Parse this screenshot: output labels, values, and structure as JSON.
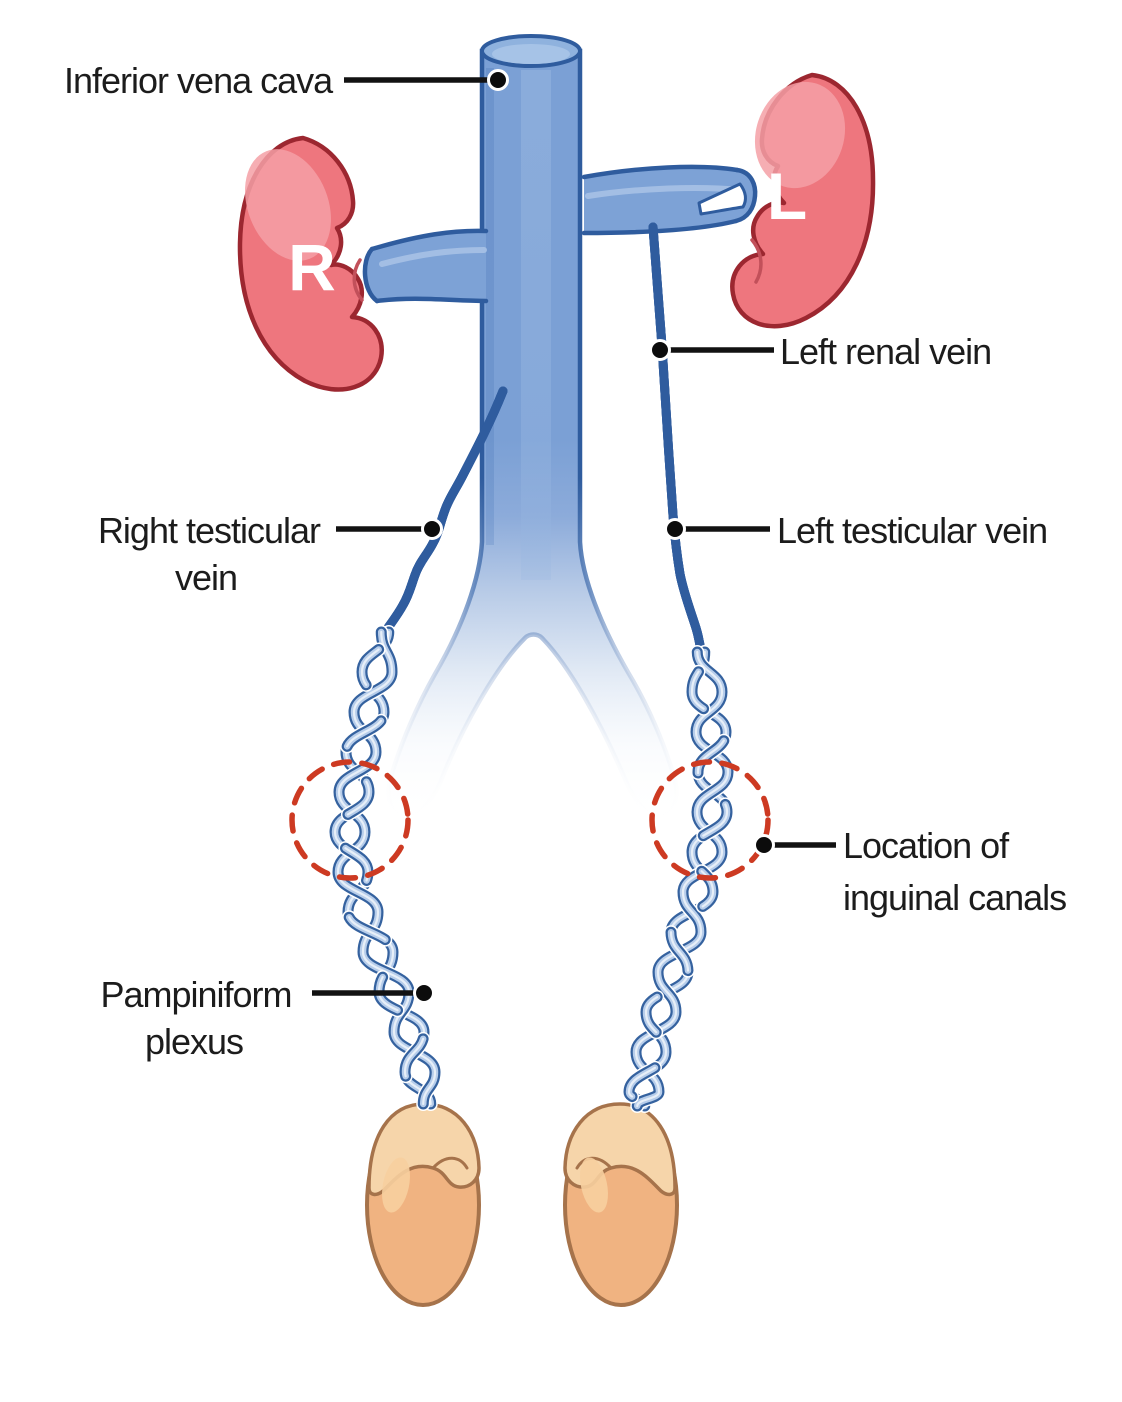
{
  "diagram": {
    "background": "#ffffff",
    "labels": {
      "inferior_vena_cava": "Inferior vena cava",
      "left_renal_vein": "Left renal vein",
      "right_testicular_vein_line1": "Right testicular",
      "right_testicular_vein_line2": "vein",
      "left_testicular_vein": "Left testicular vein",
      "inguinal_canals_line1": "Location of",
      "inguinal_canals_line2": "inguinal canals",
      "pampiniform_plexus_line1": "Pampiniform",
      "pampiniform_plexus_line2": "plexus",
      "right_kidney_letter": "R",
      "left_kidney_letter": "L"
    },
    "colors": {
      "vein_fill": "#7da2d6",
      "vein_outline": "#2f5c9e",
      "plexus_fill": "#b7cdea",
      "kidney_fill": "#ee767e",
      "kidney_outline": "#9c2730",
      "kidney_highlight": "#f4a0a6",
      "testis_fill": "#f0b381",
      "testis_outline": "#a6734b",
      "epididymis_fill": "#f6d5aa",
      "inguinal_circle": "#cd3a22",
      "label_text": "#1c1c1c",
      "leader_line": "#121212"
    }
  }
}
